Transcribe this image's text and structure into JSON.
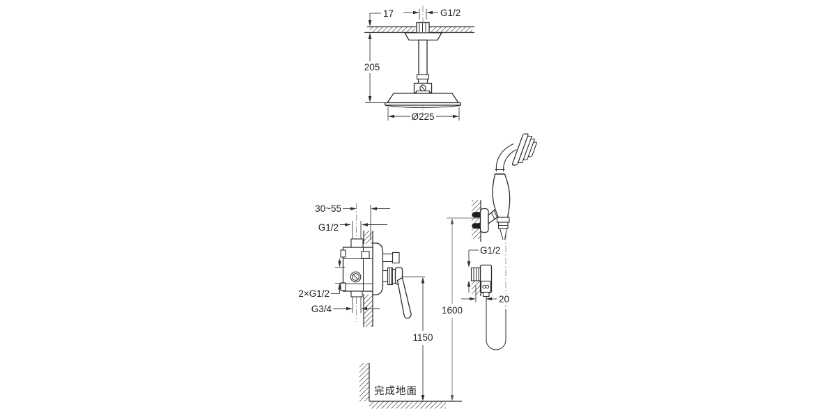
{
  "drawing": {
    "ceiling_shower": {
      "ceiling_offset": "17",
      "thread": "G1/2",
      "drop_length": "205",
      "head_diameter": "Ø225"
    },
    "mixer_valve": {
      "install_depth": "30~55",
      "top_outlet_thread": "G1/2",
      "inlet_threads": "2×G1/2",
      "bottom_outlet_thread": "G3/4"
    },
    "hand_shower_outlet": {
      "thread": "G1/2",
      "wall_offset": "20"
    },
    "mounting_heights": {
      "hand_shower": "1600",
      "valve": "1150"
    },
    "floor_label": "完成地面"
  }
}
